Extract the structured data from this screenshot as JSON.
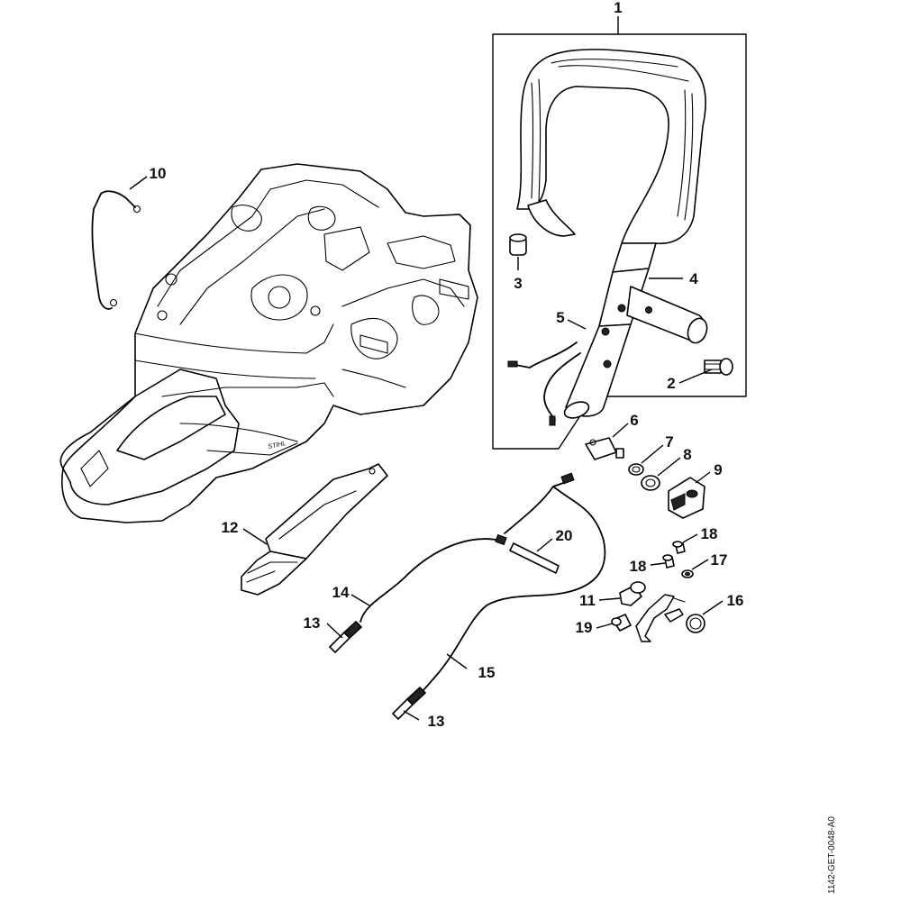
{
  "document_code": "1142-GET-0048-A0",
  "callouts": [
    {
      "id": "c1",
      "label": "1"
    },
    {
      "id": "c2",
      "label": "2"
    },
    {
      "id": "c3",
      "label": "3"
    },
    {
      "id": "c4",
      "label": "4"
    },
    {
      "id": "c5",
      "label": "5"
    },
    {
      "id": "c6",
      "label": "6"
    },
    {
      "id": "c7",
      "label": "7"
    },
    {
      "id": "c8",
      "label": "8"
    },
    {
      "id": "c9",
      "label": "9"
    },
    {
      "id": "c10",
      "label": "10"
    },
    {
      "id": "c11",
      "label": "11"
    },
    {
      "id": "c12",
      "label": "12"
    },
    {
      "id": "c13a",
      "label": "13"
    },
    {
      "id": "c13b",
      "label": "13"
    },
    {
      "id": "c14",
      "label": "14"
    },
    {
      "id": "c15",
      "label": "15"
    },
    {
      "id": "c16",
      "label": "16"
    },
    {
      "id": "c17",
      "label": "17"
    },
    {
      "id": "c18a",
      "label": "18"
    },
    {
      "id": "c18b",
      "label": "18"
    },
    {
      "id": "c19",
      "label": "19"
    },
    {
      "id": "c20",
      "label": "20"
    }
  ],
  "brand_mark": "STIHL"
}
